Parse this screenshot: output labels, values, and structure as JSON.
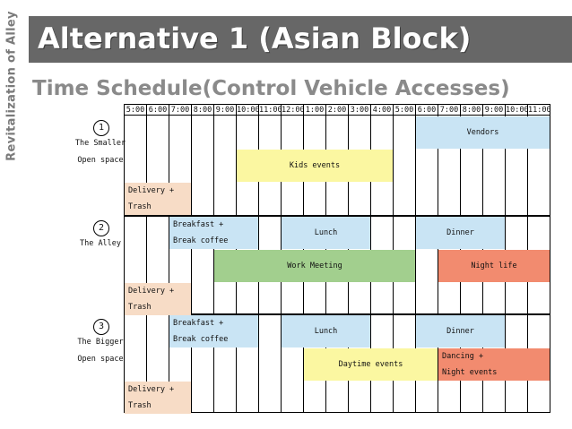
{
  "side_title": "Revitalization of Alley",
  "title": "Alternative 1 (Asian Block)",
  "subtitle": "Time Schedule(Control Vehicle Accesses)",
  "colors": {
    "blue": "#c9e4f4",
    "yellow": "#fbf7a1",
    "peach": "#f7dcc6",
    "green": "#a2cf8e",
    "orange": "#f28b6f"
  },
  "times": [
    "5:00",
    "6:00",
    "7:00",
    "8:00",
    "9:00",
    "10:00",
    "11:00",
    "12:00",
    "1:00",
    "2:00",
    "3:00",
    "4:00",
    "5:00",
    "6:00",
    "7:00",
    "8:00",
    "9:00",
    "10:00",
    "11:00"
  ],
  "zones": [
    {
      "number": "1",
      "label_line1": "The Smaller",
      "label_line2": "Open space",
      "events": [
        {
          "lines": [
            "Vendors"
          ],
          "start": 13,
          "end": 19,
          "row": 0,
          "color": "blue"
        },
        {
          "lines": [
            "Kids events"
          ],
          "start": 5,
          "end": 12,
          "row": 1,
          "color": "yellow"
        },
        {
          "lines": [
            "Delivery +",
            "Trash"
          ],
          "start": 0,
          "end": 3,
          "row": 2,
          "color": "peach"
        }
      ]
    },
    {
      "number": "2",
      "label_line1": "The Alley",
      "label_line2": "",
      "events": [
        {
          "lines": [
            "Breakfast +",
            "Break coffee"
          ],
          "start": 2,
          "end": 6,
          "row": 0,
          "color": "blue"
        },
        {
          "lines": [
            "Lunch"
          ],
          "start": 7,
          "end": 11,
          "row": 0,
          "color": "blue"
        },
        {
          "lines": [
            "Dinner"
          ],
          "start": 13,
          "end": 17,
          "row": 0,
          "color": "blue"
        },
        {
          "lines": [
            "Work Meeting"
          ],
          "start": 4,
          "end": 13,
          "row": 1,
          "color": "green"
        },
        {
          "lines": [
            "Night life"
          ],
          "start": 14,
          "end": 19,
          "row": 1,
          "color": "orange"
        },
        {
          "lines": [
            "Delivery +",
            "Trash"
          ],
          "start": 0,
          "end": 3,
          "row": 2,
          "color": "peach"
        }
      ]
    },
    {
      "number": "3",
      "label_line1": "The Bigger",
      "label_line2": "Open space",
      "events": [
        {
          "lines": [
            "Breakfast +",
            "Break coffee"
          ],
          "start": 2,
          "end": 6,
          "row": 0,
          "color": "blue"
        },
        {
          "lines": [
            "Lunch"
          ],
          "start": 7,
          "end": 11,
          "row": 0,
          "color": "blue"
        },
        {
          "lines": [
            "Dinner"
          ],
          "start": 13,
          "end": 17,
          "row": 0,
          "color": "blue"
        },
        {
          "lines": [
            "Daytime events"
          ],
          "start": 8,
          "end": 14,
          "row": 1,
          "color": "yellow"
        },
        {
          "lines": [
            "Dancing +",
            "Night events"
          ],
          "start": 14,
          "end": 19,
          "row": 1,
          "color": "orange"
        },
        {
          "lines": [
            "Delivery +",
            "Trash"
          ],
          "start": 0,
          "end": 3,
          "row": 2,
          "color": "peach"
        }
      ]
    }
  ]
}
